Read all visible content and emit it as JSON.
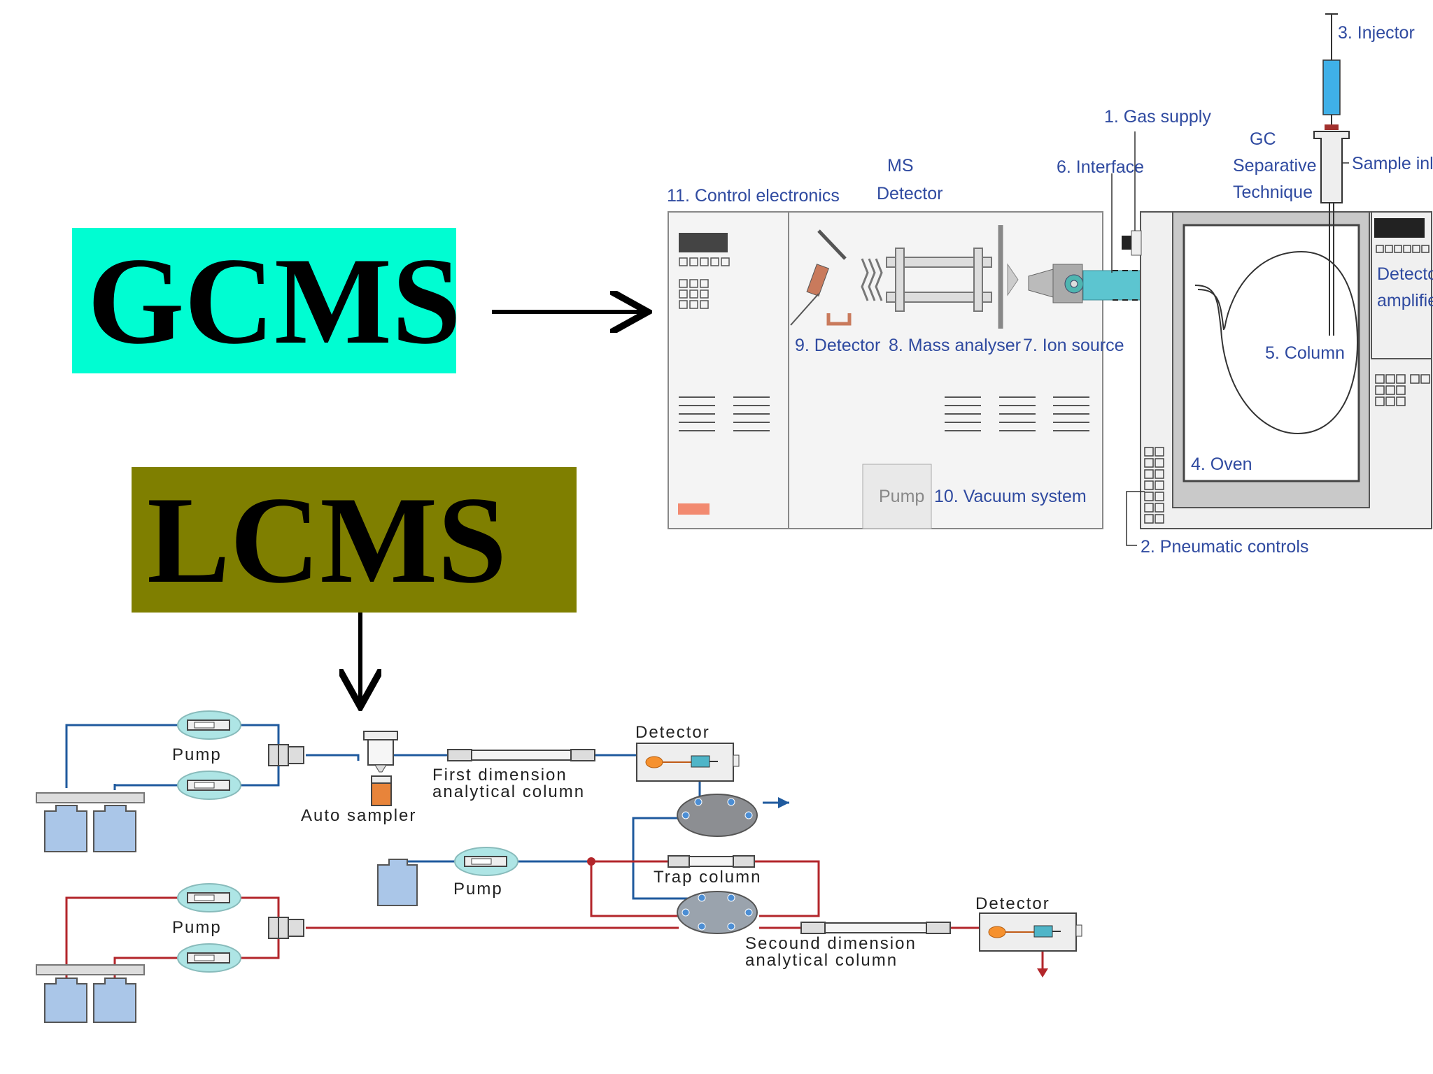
{
  "gcms": {
    "title": "GCMS",
    "box_color": "#00fdd2"
  },
  "lcms": {
    "title": "LCMS",
    "box_color": "#7f7f00"
  },
  "gcms_diagram": {
    "label_color": "#2f4aa0",
    "ms_title": "MS",
    "ms_subtitle": "Detector",
    "gc_title": "GC",
    "gc_sub1": "Separative",
    "gc_sub2": "Technique",
    "control_electronics": "11. Control electronics",
    "interface": "6. Interface",
    "gas_supply": "1. Gas supply",
    "injector": "3. Injector",
    "sample_inlet": "Sample inlet",
    "detector": "9. Detector",
    "mass_analyser": "8. Mass analyser",
    "ion_source": "7. Ion source",
    "column": "5. Column",
    "oven": "4. Oven",
    "pump": "Pump",
    "vacuum_system": "10. Vacuum system",
    "pneumatic_controls": "2. Pneumatic controls",
    "detector_amplifier_1": "Detector",
    "detector_amplifier_2": "amplifier"
  },
  "lcms_diagram": {
    "pump_top": "Pump",
    "auto_sampler": "Auto sampler",
    "first_dim_1": "First dimension",
    "first_dim_2": "analytical column",
    "detector_top": "Detector",
    "pump_mid": "Pump",
    "trap_column": "Trap column",
    "pump_bottom": "Pump",
    "second_dim_1": "Secound dimension",
    "second_dim_2": "analytical column",
    "detector_bottom": "Detector",
    "blue_line": "#1f5a9e",
    "red_line": "#b3262b"
  }
}
